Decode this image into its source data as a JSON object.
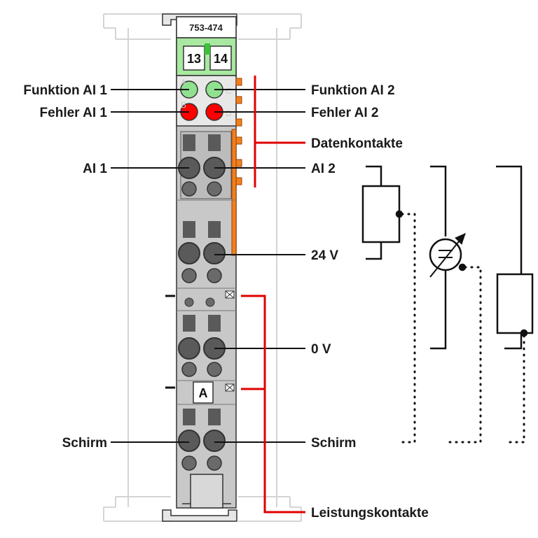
{
  "module": {
    "part_number": "753-474",
    "terminal_left": "13",
    "terminal_right": "14",
    "marker": "A",
    "led_letters": [
      "A",
      "B",
      "C",
      "D"
    ]
  },
  "labels": {
    "funktion_ai1": "Funktion AI 1",
    "fehler_ai1": "Fehler AI 1",
    "ai1": "AI 1",
    "schirm_left": "Schirm",
    "funktion_ai2": "Funktion AI 2",
    "fehler_ai2": "Fehler AI 2",
    "datenkontakte": "Datenkontakte",
    "ai2": "AI 2",
    "v24": "24 V",
    "v0": "0 V",
    "schirm_right": "Schirm",
    "leistungskontakte": "Leistungskontakte"
  },
  "colors": {
    "led_green": "#8fe08f",
    "led_red": "#ff0000",
    "module_gray": "#c8c8c8",
    "terminal_dark": "#5a5a5a",
    "header_green": "#a8e8a0",
    "data_contacts": "#f08020",
    "callout_red": "#e00000"
  }
}
